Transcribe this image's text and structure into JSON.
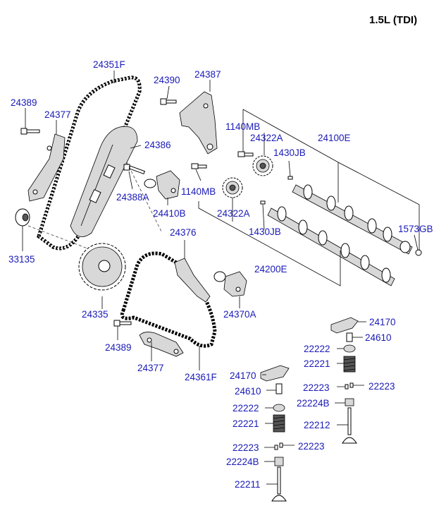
{
  "title": "1.5L (TDI)",
  "labels": {
    "p24351F": "24351F",
    "p24390": "24390",
    "p24387": "24387",
    "p24389a": "24389",
    "p24377a": "24377",
    "p1140MB_a": "1140MB",
    "p24322A_a": "24322A",
    "p24100E": "24100E",
    "p24386": "24386",
    "p1430JB_a": "1430JB",
    "p24388A": "24388A",
    "p1140MB_b": "1140MB",
    "p24410B": "24410B",
    "p24322A_b": "24322A",
    "p1573GB": "1573GB",
    "p33135": "33135",
    "p1430JB_b": "1430JB",
    "p24376": "24376",
    "p24200E": "24200E",
    "p24370A": "24370A",
    "p24335": "24335",
    "p24170a": "24170",
    "p24610a": "24610",
    "p24389b": "24389",
    "p22222a": "22222",
    "p22221a": "22221",
    "p24377b": "24377",
    "p24361F": "24361F",
    "p24170b": "24170",
    "p22223a": "22223",
    "p22223b": "22223",
    "p24610b": "24610",
    "p22224Ba": "22224B",
    "p22222b": "22222",
    "p22221b": "22221",
    "p22212": "22212",
    "p22223c": "22223",
    "p22223d": "22223",
    "p22224Bb": "22224B",
    "p22211": "22211"
  },
  "colors": {
    "label": "#1a1ab8",
    "line": "#000000",
    "title": "#000000"
  }
}
